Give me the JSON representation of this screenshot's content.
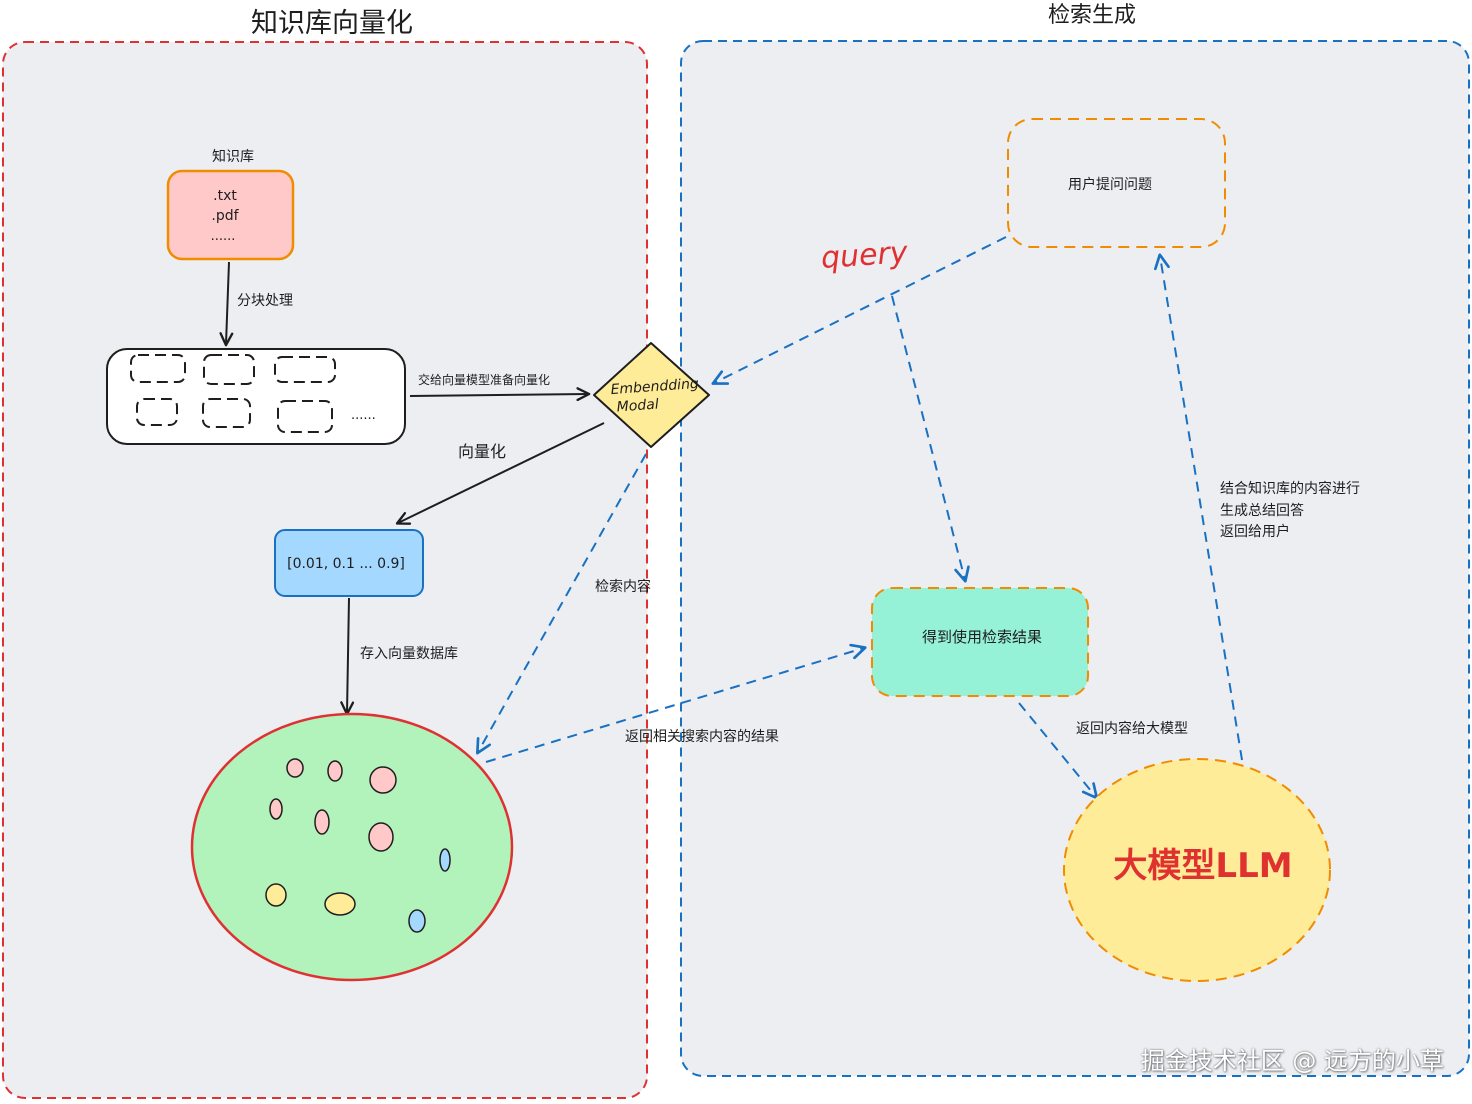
{
  "panels": {
    "left_title": "知识库向量化",
    "right_title": "检索生成"
  },
  "knowledge_base": {
    "label": "知识库",
    "lines": [
      ".txt",
      ".pdf",
      "......"
    ]
  },
  "chunks": {
    "ellipsis": "......"
  },
  "embedding": {
    "line1": "Embendding",
    "line2": "Modal"
  },
  "vector": {
    "text": "[0.01, 0.1 ... 0.9]"
  },
  "edge_labels": {
    "chunking": "分块处理",
    "to_model": "交给向量模型准备向量化",
    "vectorize": "向量化",
    "store": "存入向量数据库",
    "search": "检索内容",
    "return_results": "返回相关搜索内容的结果",
    "to_llm": "返回内容给大模型",
    "answer_line1": "结合知识库的内容进行",
    "answer_line2": "生成总结回答",
    "answer_line3": "返回给用户"
  },
  "user_question": "用户提问问题",
  "query": "query",
  "results": "得到使用检索结果",
  "llm": "大模型LLM",
  "watermark": "掘金技术社区 @ 远方的小草",
  "colors": {
    "panel_bg": "#eceef2",
    "left_border": "#e03131",
    "right_border": "#1971c2",
    "kb_fill": "#ffc9c9",
    "kb_stroke": "#f08c00",
    "diamond_fill": "#ffec99",
    "vector_fill": "#a5d8ff",
    "db_fill": "#b2f2bb",
    "db_stroke": "#e03131",
    "results_fill": "#96f2d7",
    "llm_fill": "#ffec99",
    "query_color": "#e03131",
    "llm_text": "#e03131"
  }
}
